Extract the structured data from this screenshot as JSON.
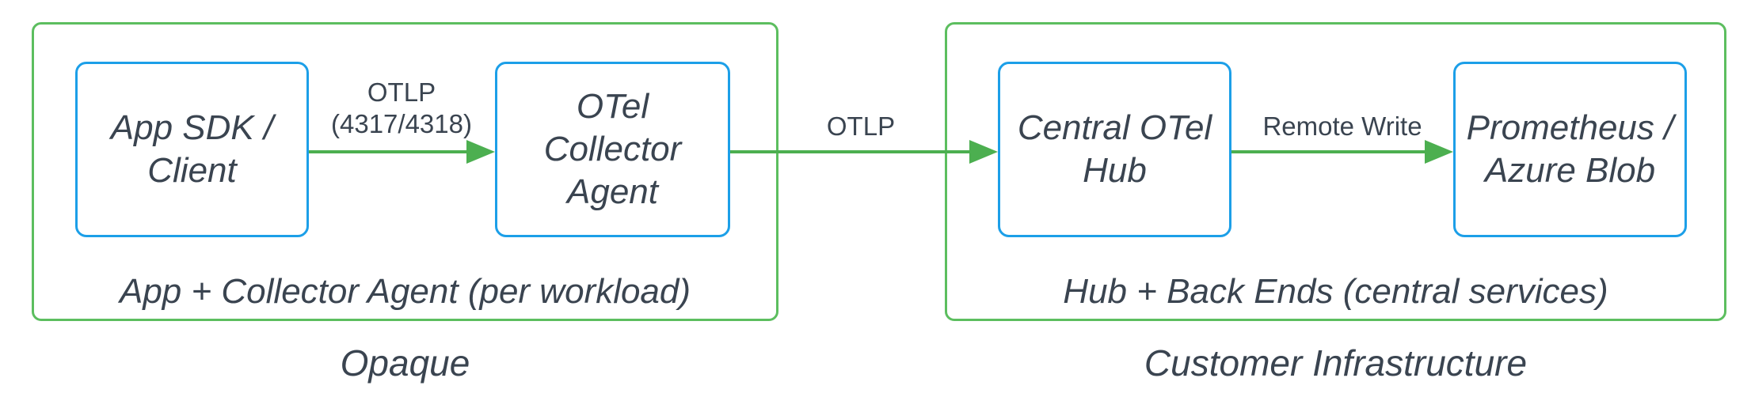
{
  "diagram": {
    "colors": {
      "node_border": "#1c9fe8",
      "group_border": "#5cbe5f",
      "connector": "#4caf50",
      "text": "#3a4450",
      "bg": "#ffffff"
    },
    "groups": [
      {
        "label": "App + Collector Agent (per workload)",
        "caption": "Opaque",
        "nodes": [
          {
            "label": "App SDK /\nClient"
          },
          {
            "label": "OTel\nCollector\nAgent"
          }
        ]
      },
      {
        "label": "Hub + Back Ends (central services)",
        "caption": "Customer Infrastructure",
        "nodes": [
          {
            "label": "Central OTel\nHub"
          },
          {
            "label": "Prometheus /\nAzure Blob"
          }
        ]
      }
    ],
    "edges": [
      {
        "label": "OTLP\n(4317/4318)",
        "from": "App SDK / Client",
        "to": "OTel Collector Agent"
      },
      {
        "label": "OTLP",
        "from": "OTel Collector Agent",
        "to": "Central OTel Hub"
      },
      {
        "label": "Remote Write",
        "from": "Central OTel Hub",
        "to": "Prometheus / Azure Blob"
      }
    ]
  }
}
